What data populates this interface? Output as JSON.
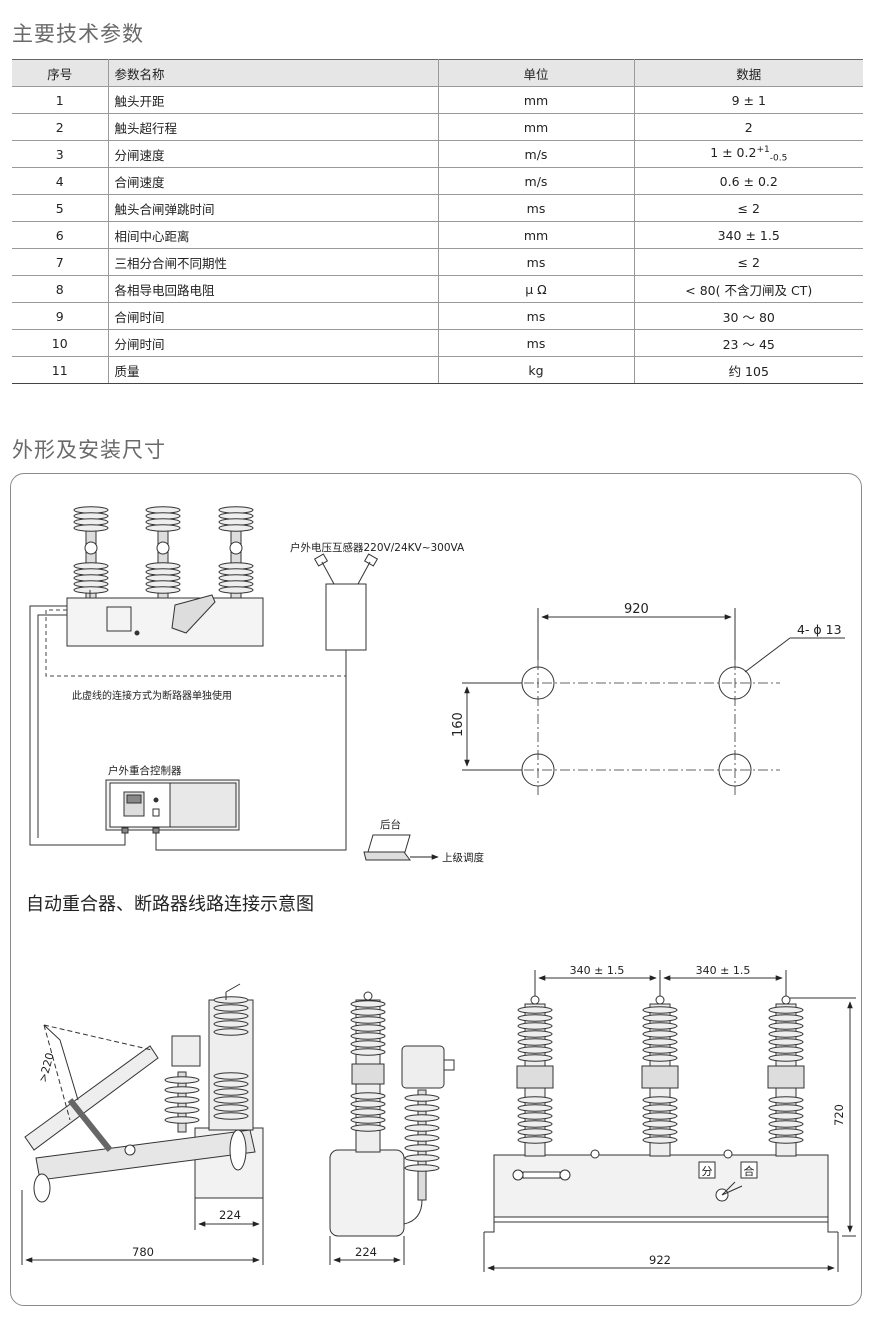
{
  "section1": {
    "title": "主要技术参数",
    "headers": [
      "序号",
      "参数名称",
      "单位",
      "数据"
    ],
    "rows": [
      {
        "no": "1",
        "name": "触头开距",
        "unit": "mm",
        "value": "9 ± 1"
      },
      {
        "no": "2",
        "name": "触头超行程",
        "unit": "mm",
        "value": "2"
      },
      {
        "no": "3",
        "name": "分闸速度",
        "unit": "m/s",
        "value": "1 ± 0.2",
        "sup": "+1",
        "sub": "-0.5"
      },
      {
        "no": "4",
        "name": "合闸速度",
        "unit": "m/s",
        "value": "0.6 ± 0.2"
      },
      {
        "no": "5",
        "name": "触头合闸弹跳时间",
        "unit": "ms",
        "value": "≤ 2"
      },
      {
        "no": "6",
        "name": "相间中心距离",
        "unit": "mm",
        "value": "340 ± 1.5"
      },
      {
        "no": "7",
        "name": "三相分合闸不同期性",
        "unit": "ms",
        "value": "≤ 2"
      },
      {
        "no": "8",
        "name": "各相导电回路电阻",
        "unit": "μ Ω",
        "value": "< 80( 不含刀闸及 CT)"
      },
      {
        "no": "9",
        "name": "合闸时间",
        "unit": "ms",
        "value": "30 ～ 80"
      },
      {
        "no": "10",
        "name": "分闸时间",
        "unit": "ms",
        "value": "23 ～ 45"
      },
      {
        "no": "11",
        "name": "质量",
        "unit": "kg",
        "value": "约 105"
      }
    ]
  },
  "section2": {
    "title": "外形及安装尺寸",
    "pt_label": "户外电压互感器220V/24KV~300VA",
    "dashed_note": "此虚线的连接方式为断路器单独使用",
    "controller_label": "户外重合控制器",
    "backend_label": "后台",
    "upper_label": "上级调度",
    "diagram_caption": "自动重合器、断路器线路连接示意图",
    "hole_spacing_x": "920",
    "hole_spacing_y": "160",
    "hole_label": "4- ϕ 13",
    "side_angle": ">220",
    "side_depth": "224",
    "side_length": "780",
    "end_depth": "224",
    "front_pitch_1": "340 ± 1.5",
    "front_pitch_2": "340 ± 1.5",
    "front_height": "720",
    "front_width": "922",
    "open_mark": "分",
    "close_mark": "合"
  }
}
